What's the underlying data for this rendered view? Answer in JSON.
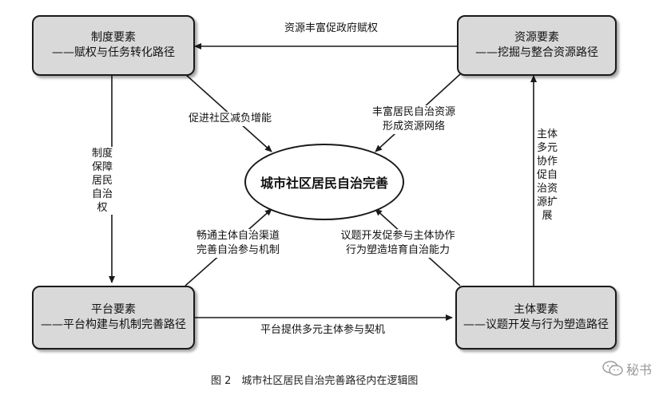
{
  "boxes": {
    "top_left": {
      "title": "制度要素",
      "subtitle": "——赋权与任务转化路径"
    },
    "top_right": {
      "title": "资源要素",
      "subtitle": "——挖掘与整合资源路径"
    },
    "bottom_left": {
      "title": "平台要素",
      "subtitle": "——平台构建与机制完善路径"
    },
    "bottom_right": {
      "title": "主体要素",
      "subtitle": "——议题开发与行为塑造路径"
    }
  },
  "center": {
    "label": "城市社区居民自治完善"
  },
  "edges": {
    "top": "资源丰富促政府赋权",
    "bottom": "平台提供多元主体参与契机",
    "upper_left": "促进社区减负增能",
    "upper_right": [
      "丰富居民自治资源",
      "形成资源网络"
    ],
    "lower_left": [
      "畅通主体自治渠道",
      "完善自治参与机制"
    ],
    "lower_right": [
      "议题开发促参与主体协作",
      "行为塑造培育自治能力"
    ],
    "left_vertical": [
      "制度",
      "保障",
      "居民",
      "自治",
      "权"
    ],
    "right_vertical": [
      "主体",
      "多元",
      "协作",
      "促自",
      "治资",
      "源扩",
      "展"
    ]
  },
  "caption": "图 2　城市社区居民自治完善路径内在逻辑图",
  "watermark": {
    "text": "秘书",
    "icon": "wechat-icon"
  }
}
